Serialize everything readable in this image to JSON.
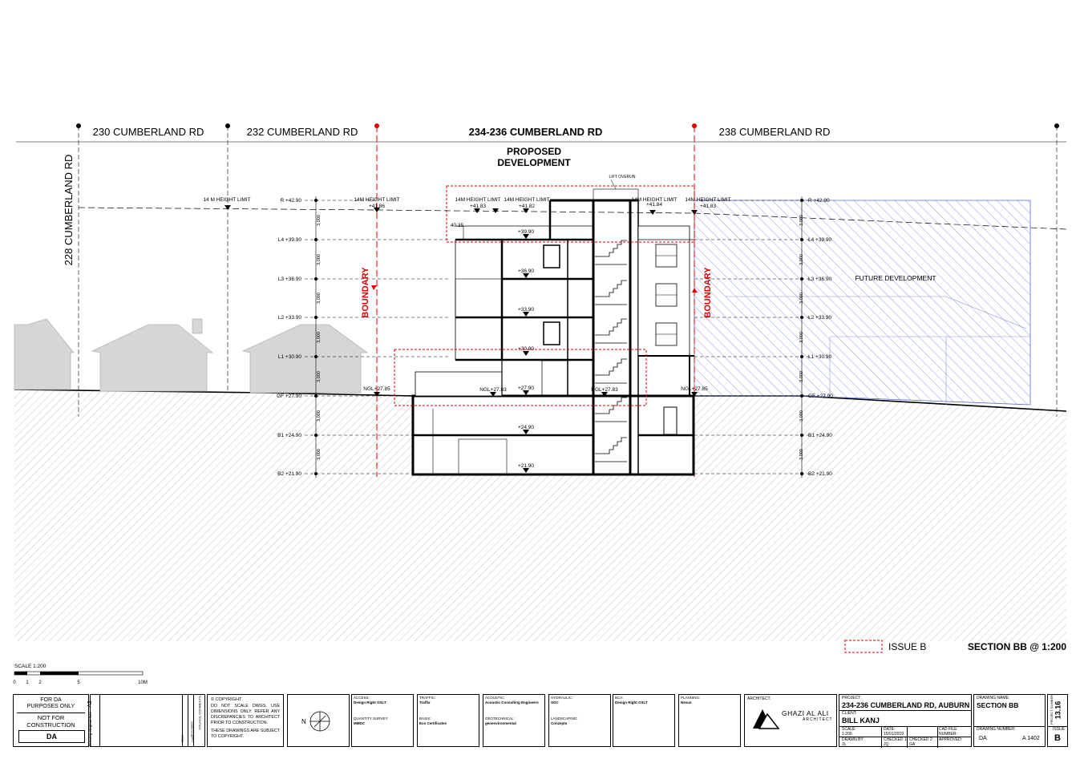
{
  "streets": {
    "s230": "230 CUMBERLAND RD",
    "s232": "232 CUMBERLAND RD",
    "s234": "234-236 CUMBERLAND RD",
    "s238": "238 CUMBERLAND RD",
    "s228": "228 CUMBERLAND RD"
  },
  "labels": {
    "proposed_1": "PROPOSED",
    "proposed_2": "DEVELOPMENT",
    "future": "FUTURE DEVELOPMENT",
    "boundary": "BOUNDARY",
    "lift_overrun": "LIFT OVERUN",
    "height_limit_left": "14 M  HEIGHT LIMIT",
    "height_limit": "14M HEIGHT LIMIT",
    "height_limit_2": "14M HEIGHT LIMIT",
    "height_limit_3": "14M HEIGHT LIMIT",
    "height_limit_4": "14M HEIGHT LIMIT",
    "height_limit_5": "14M HEIGHT LIMIT"
  },
  "levels_left": {
    "r": "R +42.90",
    "l4": "L4 +39.90",
    "l3": "L3 +36.90",
    "l2": "L2 +33.90",
    "l1": "L1 +30.90",
    "gf": "GF +27.90",
    "b1": "B1 +24.90",
    "b2": "B2 +21.90"
  },
  "levels_right": {
    "r": "R +42.90",
    "l4": "L4 +39.90",
    "l3": "L3 +36.90",
    "l2": "L2 +33.90",
    "l1": "L1 +30.90",
    "gf": "GF +27.90",
    "b1": "B1 +24.90",
    "b2": "B2 +21.90"
  },
  "dims": {
    "d1": "3,000",
    "d2": "3,000",
    "d3": "3,000",
    "d4": "3,000",
    "d5": "3,000",
    "d6": "3,000",
    "d7": "3,000",
    "r1": "3,000",
    "r2": "3,000",
    "r3": "3,000",
    "r4": "3,000",
    "r5": "3,000",
    "r6": "3,000",
    "r7": "3,000"
  },
  "spot": {
    "h4186": "+41.86",
    "h4183": "+41.83",
    "h4182": "+41.82",
    "h4184": "+41.84",
    "h4183b": "+41.83",
    "h4035": "40.35",
    "h3990": "+39.90",
    "h3690": "+36.90",
    "h3390": "+33.90",
    "h3090": "+30.90",
    "h2790": "+27.90",
    "h2490": "+24.90",
    "h2190": "+21.90",
    "ngl1": "NGL+27.85",
    "ngl2": "NGL+27.83",
    "ngl3": "NGL+27.83",
    "ngl4": "NGL+27.85"
  },
  "legend": {
    "issue": "ISSUE B",
    "section": "SECTION BB @ 1:200"
  },
  "scale": {
    "label": "SCALE 1:200",
    "t0": "0",
    "t1": "1",
    "t2": "2",
    "t5": "5",
    "t10": "10M"
  },
  "title_block": {
    "for_da_1": "FOR DA",
    "for_da_2": "PURPOSES ONLY",
    "nfc_1": "NOT FOR",
    "nfc_2": "CONSTRUCTION",
    "da": "DA",
    "sheet_size": "A3",
    "drawing_original_size": "Drawing Original Size",
    "rev_col1": "Description",
    "rev_col2": "Date",
    "rev_col3": "Issue",
    "council": "COUNCIL COMMENTS",
    "copyright_head": "© COPYRIGHT",
    "copyright_1": "DO NOT SCALE DWGS. USE DIMENSIONS ONLY. REFER ANY DISCREPANCIES TO ARCHITECT PRIOR TO CONSTRUCTION.",
    "copyright_2": "THESE DRAWINGS ARE SUBJECT TO COPYRIGHT.",
    "north": "N",
    "access_h": "ACCESS:",
    "access_v": "Design Right OSLT",
    "qs_h": "QUANTITY SURVEY:",
    "qs_v": "MMDC",
    "traffic_h": "TRAFFIC:",
    "traffic_v": "Traffix",
    "basix_h": "BASIX:",
    "basix_v": "Eco Certificates",
    "acoustic_h": "ACOUSTIC:",
    "acoustic_v": "Acoustic Consulting Engineers",
    "geo_h": "GEOTECHNICAL:",
    "geo_v": "geoenvironmental",
    "hydraulic_h": "HYDRAULIC:",
    "hydraulic_v": "SGC",
    "landscaping_h": "LANDSCAPING:",
    "landscaping_v": "Conzepts",
    "bca_h": "BCA:",
    "bca_v": "Design Right OSLT",
    "planning_h": "PLANNING:",
    "planning_v": "Nexus",
    "architect_h": "ARCHITECT:",
    "architect_name": "GHAZI AL ALI",
    "architect_sub": "ARCHITECT",
    "project_h": "PROJECT:",
    "project": "234-236 CUMBERLAND RD, AUBURN",
    "client_h": "CLIENT:",
    "client": "BILL KANJ",
    "scale_h": "SCALE:",
    "scale_v": "1:200",
    "date_h": "DATE:",
    "date_v": "15/01/2019",
    "drawn_h": "DRAWN BY:",
    "drawn_v": "JL",
    "checked1_h": "CHECKED 1:",
    "checked1_v": "JQ",
    "checked2_h": "CHECKED 2:",
    "checked2_v": "GA",
    "approved_h": "APPROVED:",
    "cad_h": "CAD FILE NUMBER:",
    "dname_h": "DRAWING NAME:",
    "dname": "SECTION BB",
    "dnum_h": "DRAWING NUMBER:",
    "dnum_a": "DA",
    "dnum_b": "A 1402",
    "projnum_h": "PROJECT NUMBER",
    "projnum": "13.16",
    "issue_h": "ISSUE",
    "issue_v": "B"
  }
}
